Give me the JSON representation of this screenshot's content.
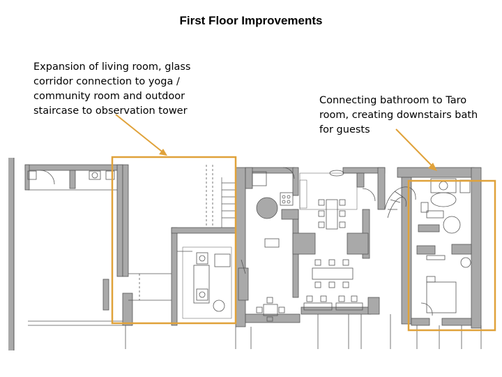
{
  "title": "First Floor Improvements",
  "annotations": {
    "living_room": "Expansion of living room, glass\ncorridor connection to yoga /\ncommunity room and outdoor\nstaircase to observation tower",
    "bathroom": "Connecting bathroom to Taro\nroom, creating downstairs bath\nfor guests"
  },
  "colors": {
    "highlight": "#e0a23a",
    "wall": "#a9a9a9",
    "line": "#555555"
  }
}
